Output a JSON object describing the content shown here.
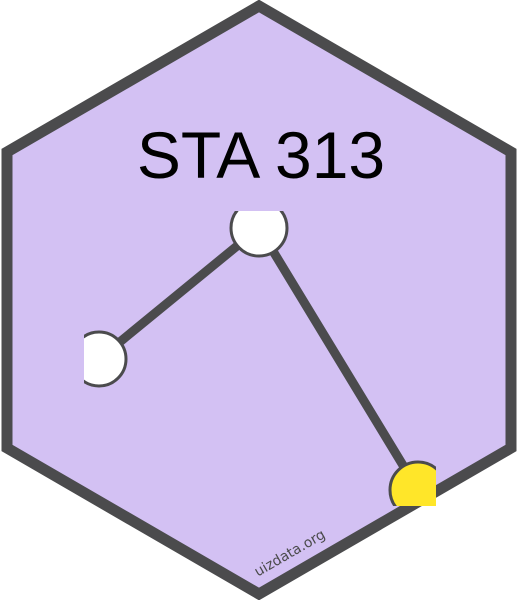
{
  "sticker": {
    "title": "STA 313",
    "url": "uizdata.org"
  },
  "colors": {
    "hex_fill": "#d3c1f3",
    "hex_border": "#4b4b4d",
    "line": "#4b4b4d",
    "node_white": "#ffffff",
    "node_yellow": "#ffe629",
    "node_outline": "#4b4b4d",
    "title": "#000000"
  },
  "icons": {
    "graph": "network-graph-icon",
    "node_top": "white-circle-node",
    "node_left": "white-circle-node",
    "node_bottom": "yellow-circle-node"
  }
}
